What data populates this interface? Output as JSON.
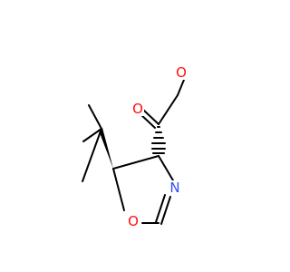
{
  "molecule": {
    "atoms": [
      {
        "id": "carbonyl_o",
        "label": "O",
        "color": "#ff0d0d"
      },
      {
        "id": "ester_o",
        "label": "O",
        "color": "#ff0d0d"
      },
      {
        "id": "ring_n",
        "label": "N",
        "color": "#3050f8"
      },
      {
        "id": "ring_o",
        "label": "O",
        "color": "#ff0d0d"
      }
    ],
    "colors": {
      "bond": "#000000",
      "oxygen": "#ff0d0d",
      "nitrogen": "#3050f8",
      "background": "#ffffff"
    }
  }
}
